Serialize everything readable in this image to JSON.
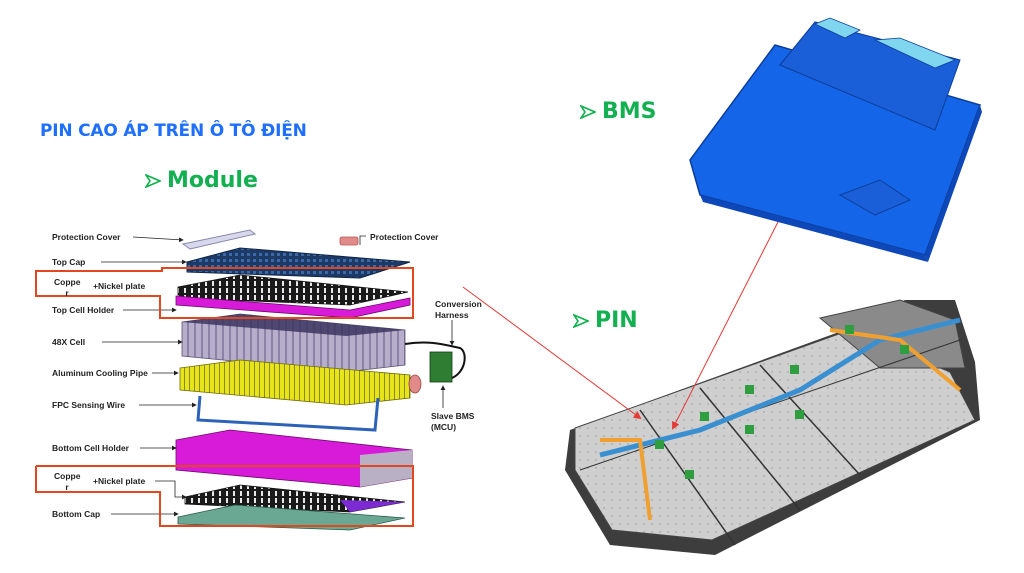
{
  "slide": {
    "title": "PIN CAO ÁP TRÊN Ô TÔ ĐIỆN",
    "headings": {
      "module": "Module",
      "bms": "BMS",
      "pin": "PIN"
    },
    "colors": {
      "title": "#1f6fff",
      "heading": "#12b050",
      "highlight_box": "#e2471f",
      "pointer_line": "#e53935"
    }
  },
  "module_diagram": {
    "left_labels": [
      "Protection Cover",
      "Top Cap",
      "Coppe\nr",
      "+Nickel plate",
      "Top Cell Holder",
      "48X Cell",
      "Aluminum Cooling Pipe",
      "FPC Sensing Wire",
      "Bottom Cell Holder",
      "Coppe\nr",
      "+Nickel plate",
      "Bottom Cap"
    ],
    "right_labels": [
      "Protection Cover",
      "Conversion\nHarness",
      "Slave BMS\n(MCU)"
    ]
  },
  "images": {
    "bms_unit": "BMS control unit (blue housing)",
    "battery_pack": "EV battery pack with modules"
  }
}
